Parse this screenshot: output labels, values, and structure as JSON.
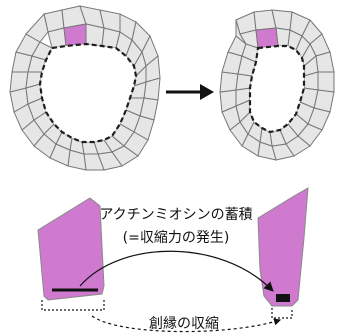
{
  "labels": {
    "actomyosin_line1": "アクチンミオシンの蓄積",
    "actomyosin_line2": "(=収縮力の発生)",
    "wound_contraction": "創縁の収縮"
  },
  "colors": {
    "cell_fill": "#e6e6e6",
    "cell_stroke": "#777777",
    "highlight": "#cf79cf",
    "accent_bar": "#111111"
  }
}
